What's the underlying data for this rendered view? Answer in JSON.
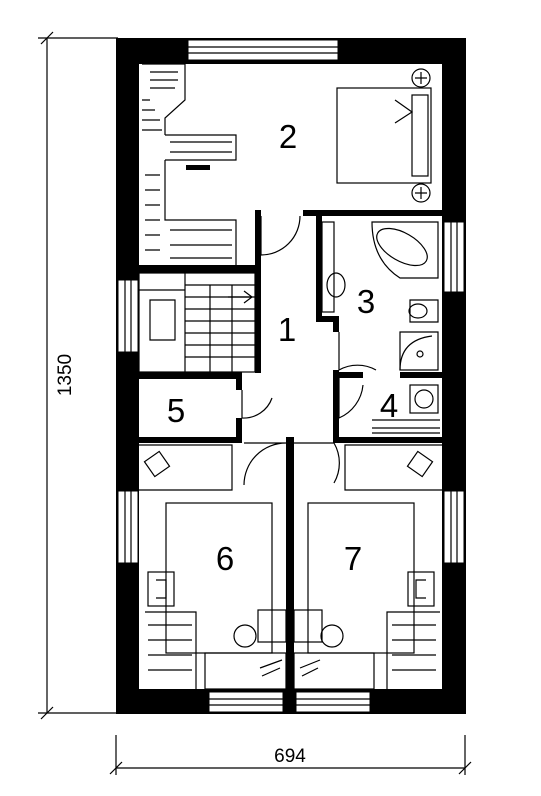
{
  "dimensions": {
    "height": "1350",
    "width": "694"
  },
  "rooms": [
    {
      "id": "1",
      "label": "1"
    },
    {
      "id": "2",
      "label": "2"
    },
    {
      "id": "3",
      "label": "3"
    },
    {
      "id": "4",
      "label": "4"
    },
    {
      "id": "5",
      "label": "5"
    },
    {
      "id": "6",
      "label": "6"
    },
    {
      "id": "7",
      "label": "7"
    }
  ]
}
